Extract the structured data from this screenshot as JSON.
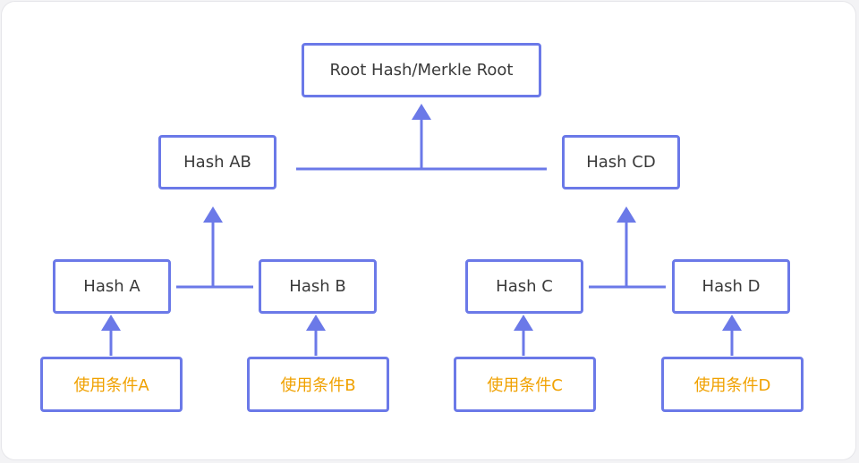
{
  "diagram": {
    "colors": {
      "stroke": "#6b79e8",
      "node_text": "#3a3a3a",
      "leaf_text": "#f0a100",
      "background": "#ffffff"
    },
    "nodes": {
      "root": "Root Hash/Merkle Root",
      "hash_ab": "Hash AB",
      "hash_cd": "Hash CD",
      "hash_a": "Hash A",
      "hash_b": "Hash B",
      "hash_c": "Hash C",
      "hash_d": "Hash D",
      "condition_a": "使用条件A",
      "condition_b": "使用条件B",
      "condition_c": "使用条件C",
      "condition_d": "使用条件D"
    },
    "edges": [
      {
        "from": "condition_a",
        "to": "hash_a"
      },
      {
        "from": "condition_b",
        "to": "hash_b"
      },
      {
        "from": "condition_c",
        "to": "hash_c"
      },
      {
        "from": "condition_d",
        "to": "hash_d"
      },
      {
        "from": [
          "hash_a",
          "hash_b"
        ],
        "to": "hash_ab"
      },
      {
        "from": [
          "hash_c",
          "hash_d"
        ],
        "to": "hash_cd"
      },
      {
        "from": [
          "hash_ab",
          "hash_cd"
        ],
        "to": "root"
      }
    ]
  }
}
